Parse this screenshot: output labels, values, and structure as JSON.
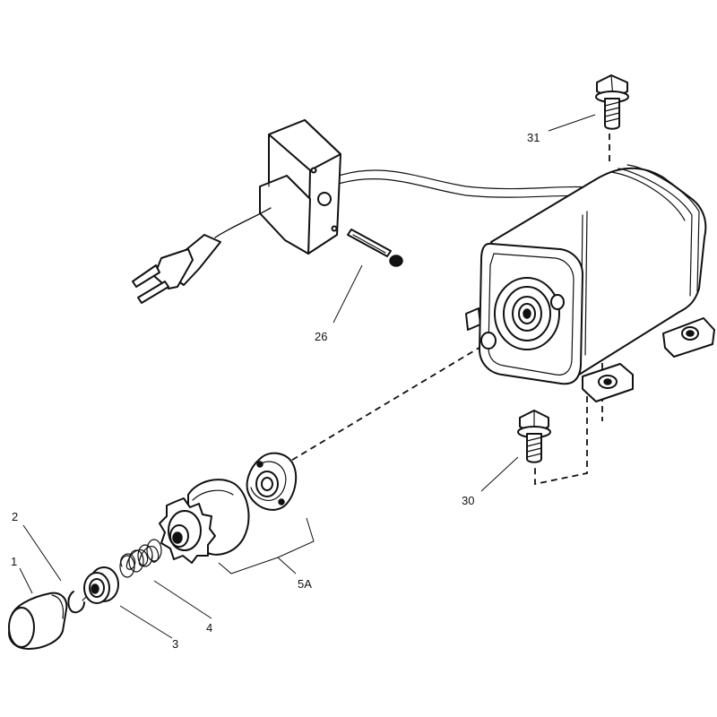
{
  "callouts": {
    "c1": "1",
    "c2": "2",
    "c3": "3",
    "c4": "4",
    "c5a": "5A",
    "c26": "26",
    "c30": "30",
    "c31": "31"
  },
  "colors": {
    "ink": "#111111",
    "paper": "#ffffff"
  }
}
